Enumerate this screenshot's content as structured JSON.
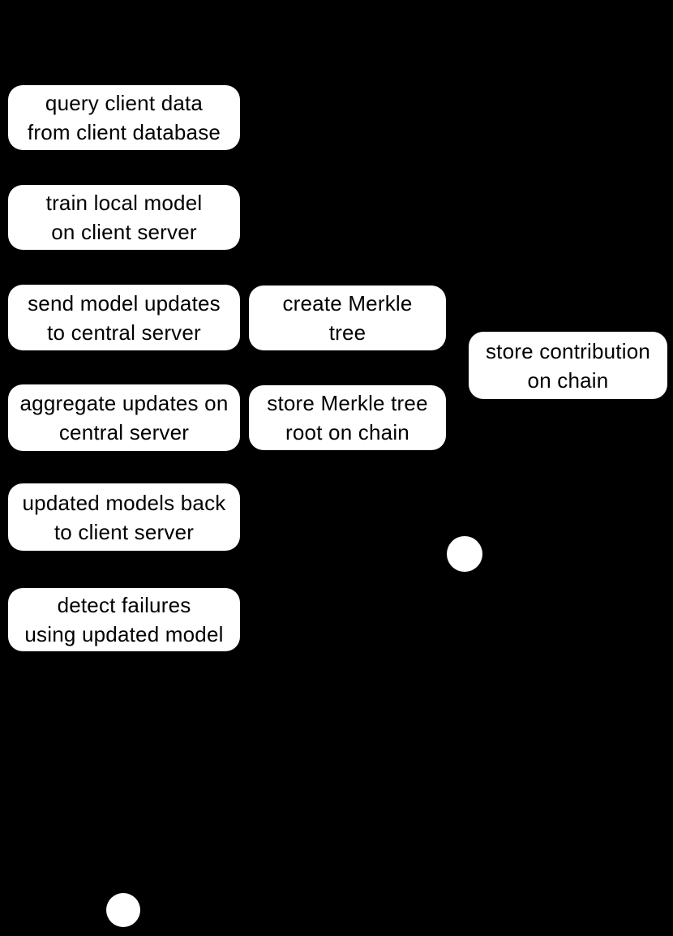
{
  "diagram": {
    "type": "activity-flowchart",
    "background_color": "#000000",
    "node_fill_color": "#ffffff",
    "node_text_color": "#000000",
    "nodes": [
      {
        "id": "query-client-data",
        "lines": [
          "query client data",
          "from client database"
        ]
      },
      {
        "id": "train-local-model",
        "lines": [
          "train local model",
          "on client server"
        ]
      },
      {
        "id": "send-model-updates",
        "lines": [
          "send model updates",
          "to central server"
        ]
      },
      {
        "id": "create-merkle-tree",
        "lines": [
          "create Merkle",
          "tree"
        ]
      },
      {
        "id": "store-contribution",
        "lines": [
          "store contribution",
          "on chain"
        ]
      },
      {
        "id": "aggregate-updates",
        "lines": [
          "aggregate updates on",
          "central server"
        ]
      },
      {
        "id": "store-merkle-root",
        "lines": [
          "store Merkle tree",
          "root on chain"
        ]
      },
      {
        "id": "updated-models-back",
        "lines": [
          "updated models back",
          "to client server"
        ]
      },
      {
        "id": "detect-failures",
        "lines": [
          "detect failures",
          "using updated model"
        ]
      }
    ],
    "terminals": [
      {
        "id": "terminal-node-right",
        "shape": "circle"
      },
      {
        "id": "terminal-node-bottom",
        "shape": "circle"
      }
    ]
  }
}
